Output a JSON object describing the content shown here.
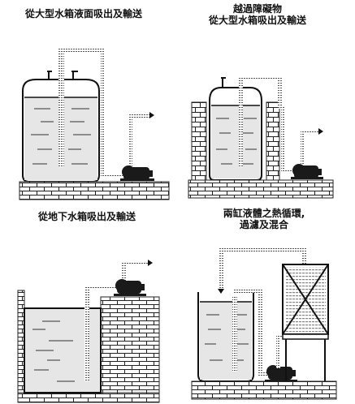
{
  "panels": [
    {
      "id": "top-left",
      "caption_lines": [
        "從大型水箱液面吸出及輸送"
      ]
    },
    {
      "id": "top-right",
      "caption_lines": [
        "越過障礙物",
        "從大型水箱吸出及輸送"
      ]
    },
    {
      "id": "bottom-left",
      "caption_lines": [
        "從地下水箱吸出及輸送"
      ]
    },
    {
      "id": "bottom-right",
      "caption_lines": [
        "兩缸液體之熱循環,",
        "過濾及混合"
      ]
    }
  ],
  "colors": {
    "ink": "#111111",
    "water": "#e4e4e4",
    "brick": "#ffffff",
    "pump": "#1a1a1a"
  }
}
